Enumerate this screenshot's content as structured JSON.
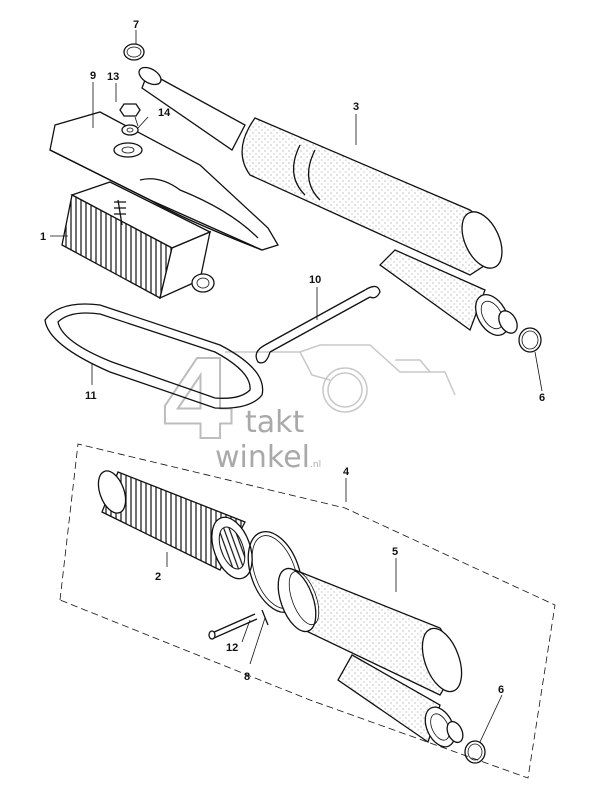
{
  "labels": {
    "l1": "1",
    "l2": "2",
    "l3": "3",
    "l4": "4",
    "l5": "5",
    "l6a": "6",
    "l6b": "6",
    "l7": "7",
    "l8": "8",
    "l9": "9",
    "l10": "10",
    "l11": "11",
    "l12": "12",
    "l13": "13",
    "l14": "14"
  },
  "watermark": {
    "number": "4",
    "line1": "takt",
    "line2": "winkel",
    "suffix": ".nl"
  }
}
